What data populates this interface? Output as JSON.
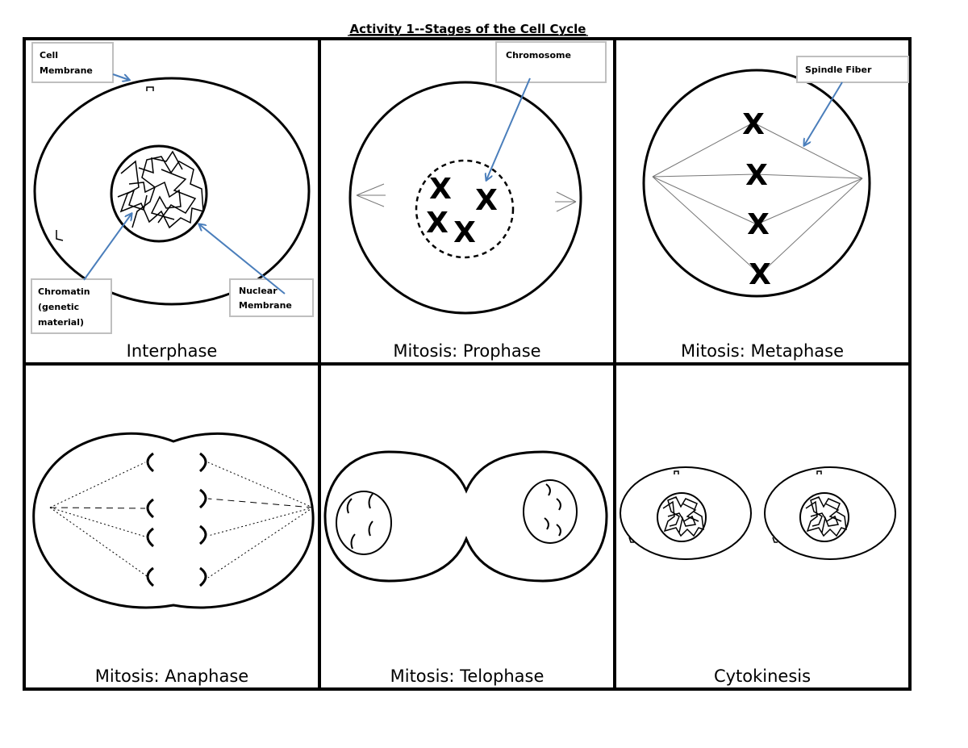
{
  "title": "Activity 1--Stages of the Cell Cycle",
  "panels": [
    {
      "label": "Interphase"
    },
    {
      "label": "Mitosis:  Prophase"
    },
    {
      "label": "Mitosis:  Metaphase"
    },
    {
      "label": "Mitosis:  Anaphase"
    },
    {
      "label": "Mitosis:  Telophase"
    },
    {
      "label": "Cytokinesis"
    }
  ],
  "callouts": {
    "cell_membrane": [
      "Cell",
      "Membrane"
    ],
    "chromatin": [
      "Chromatin",
      "(genetic",
      "material)"
    ],
    "nuclear_membrane": [
      "Nuclear",
      "Membrane"
    ],
    "chromosome": [
      "Chromosome"
    ],
    "spindle_fiber": [
      "Spindle Fiber"
    ]
  },
  "colors": {
    "arrow": "#4a7ebb",
    "callout_border": "#bfbfbf",
    "line": "#000000"
  }
}
